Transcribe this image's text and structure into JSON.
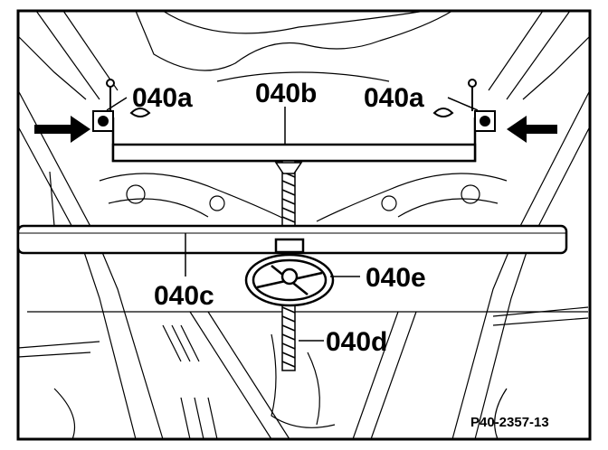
{
  "labels": {
    "fixing_left": "040a",
    "crossmember": "040b",
    "fixing_right": "040a",
    "support_tube": "040c",
    "handwheel": "040e",
    "spindle": "040d"
  },
  "figure_ref": "P40-2357-13",
  "colors": {
    "ink": "#000000",
    "paper": "#ffffff"
  }
}
